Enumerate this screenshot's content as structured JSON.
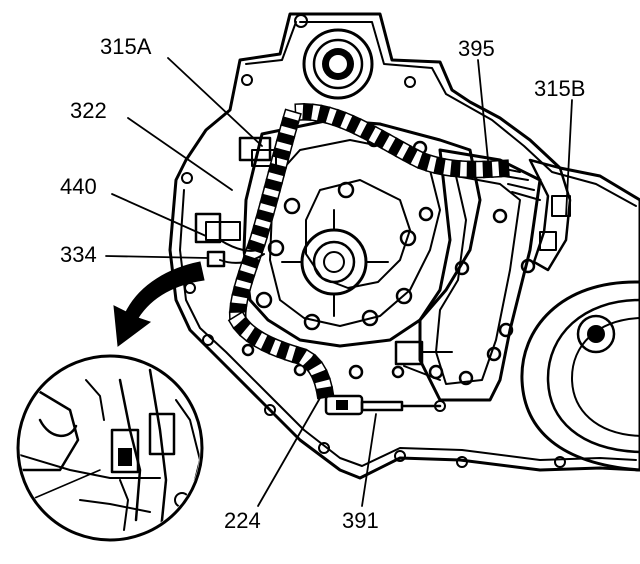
{
  "callouts": {
    "c315A": "315A",
    "c322": "322",
    "c440": "440",
    "c334": "334",
    "c395": "395",
    "c315B": "315B",
    "c224": "224",
    "c391": "391"
  },
  "colors": {
    "ink": "#000000",
    "paper": "#ffffff"
  }
}
